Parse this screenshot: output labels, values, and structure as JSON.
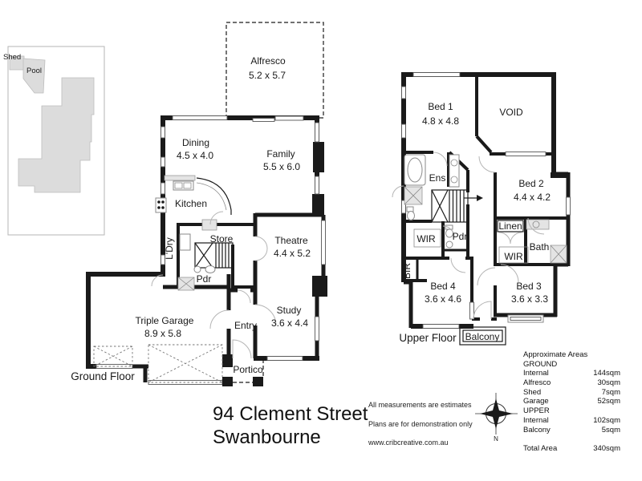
{
  "page": {
    "background": "#ffffff",
    "ink": "#1a1a1a"
  },
  "title": {
    "line1": "94 Clement Street",
    "line2": "Swanbourne"
  },
  "site": {
    "shed": "Shed",
    "pool": "Pool"
  },
  "ground": {
    "floor_label": "Ground Floor",
    "rooms": {
      "alfresco": {
        "name": "Alfresco",
        "dims": "5.2 x 5.7"
      },
      "dining": {
        "name": "Dining",
        "dims": "4.5 x 4.0"
      },
      "family": {
        "name": "Family",
        "dims": "5.5 x 6.0"
      },
      "kitchen": {
        "name": "Kitchen"
      },
      "theatre": {
        "name": "Theatre",
        "dims": "4.4 x 5.2"
      },
      "store": {
        "name": "Store"
      },
      "laundry": {
        "name": "L'Dry"
      },
      "powder": {
        "name": "Pdr"
      },
      "garage": {
        "name": "Triple Garage",
        "dims": "8.9 x 5.8"
      },
      "entry": {
        "name": "Entry"
      },
      "study": {
        "name": "Study",
        "dims": "3.6 x 4.4"
      },
      "portico": {
        "name": "Portico"
      }
    }
  },
  "upper": {
    "floor_label": "Upper Floor",
    "rooms": {
      "bed1": {
        "name": "Bed 1",
        "dims": "4.8 x 4.8"
      },
      "void": {
        "name": "VOID"
      },
      "ens": {
        "name": "Ens"
      },
      "bed2": {
        "name": "Bed 2",
        "dims": "4.4 x 4.2"
      },
      "wir": {
        "name": "WIR"
      },
      "powder": {
        "name": "Pdr"
      },
      "linen": {
        "name": "Linen"
      },
      "bath": {
        "name": "Bath"
      },
      "wir2": {
        "name": "WIR"
      },
      "bir": {
        "name": "BIR"
      },
      "bed4": {
        "name": "Bed 4",
        "dims": "3.6 x 4.6"
      },
      "bed3": {
        "name": "Bed 3",
        "dims": "3.6 x 3.3"
      },
      "balcony": {
        "name": "Balcony"
      }
    }
  },
  "notes": {
    "line1": "All measurements are estimates",
    "line2": "Plans are for demonstration only",
    "line3": "www.cribcreative.com.au"
  },
  "compass": {
    "north": "N"
  },
  "areas": {
    "title": "Approximate Areas",
    "rows": [
      {
        "label": "GROUND",
        "value": ""
      },
      {
        "label": "Internal",
        "value": "144sqm"
      },
      {
        "label": "Alfresco",
        "value": "30sqm"
      },
      {
        "label": "Shed",
        "value": "7sqm"
      },
      {
        "label": "Garage",
        "value": "52sqm"
      },
      {
        "label": "UPPER",
        "value": ""
      },
      {
        "label": "Internal",
        "value": "102sqm"
      },
      {
        "label": "Balcony",
        "value": "5sqm"
      }
    ],
    "total": {
      "label": "Total Area",
      "value": "340sqm"
    }
  }
}
